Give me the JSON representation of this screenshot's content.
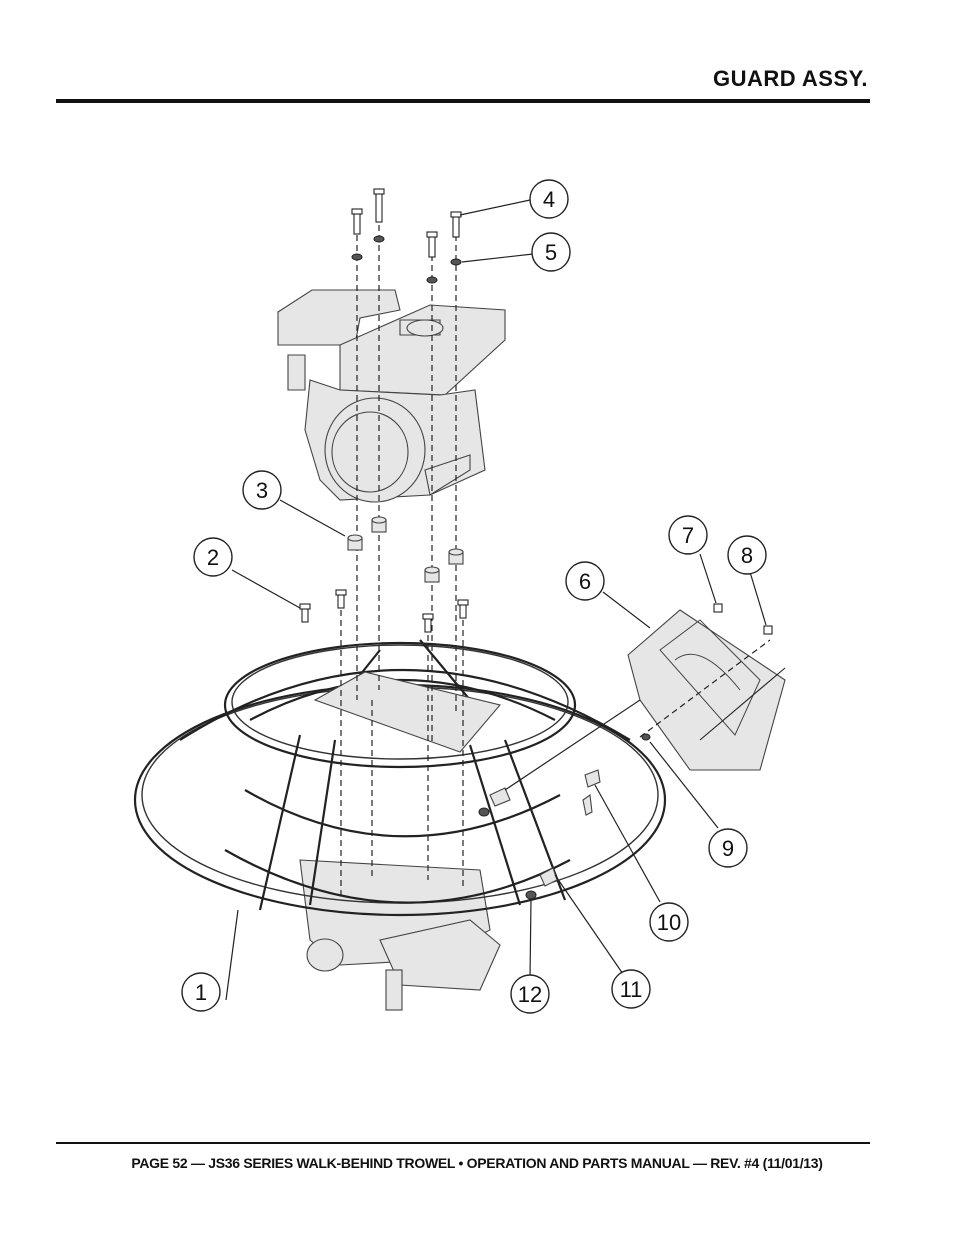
{
  "header": {
    "title": "GUARD ASSY."
  },
  "footer": {
    "text": "PAGE 52 — JS36 SERIES WALK-BEHIND TROWEL • OPERATION AND PARTS MANUAL — REV. #4 (11/01/13)"
  },
  "callouts": [
    "1",
    "2",
    "3",
    "4",
    "5",
    "6",
    "7",
    "8",
    "9",
    "10",
    "11",
    "12"
  ]
}
